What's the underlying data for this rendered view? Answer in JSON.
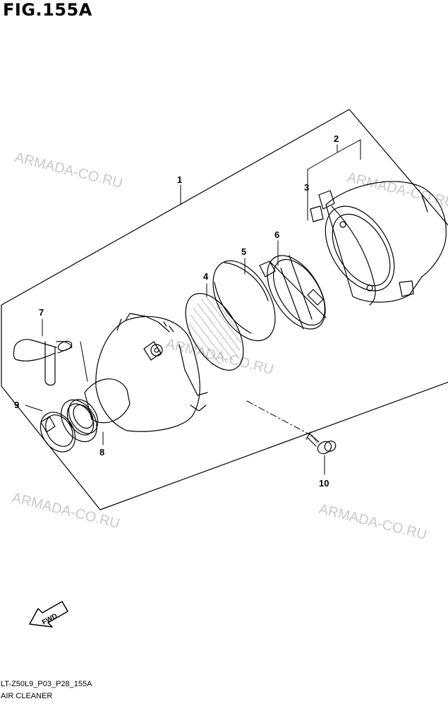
{
  "figure": {
    "title": "FIG.155A"
  },
  "callouts": [
    "1",
    "2",
    "3",
    "4",
    "5",
    "6",
    "7",
    "8",
    "9",
    "10"
  ],
  "watermarks": [
    "ARMADA-CO.RU",
    "ARMADA-CO.RU",
    "ARMADA-CO.RU",
    "ARMADA-CO.RU",
    "ARMADA-CO.RU"
  ],
  "fwd": {
    "label": "FWD"
  },
  "caption": {
    "code": "LT-Z50L9_P03_P28_155A",
    "name": "AIR CLEANER"
  },
  "colors": {
    "line": "#000000",
    "watermark": "#c9c9c9"
  }
}
